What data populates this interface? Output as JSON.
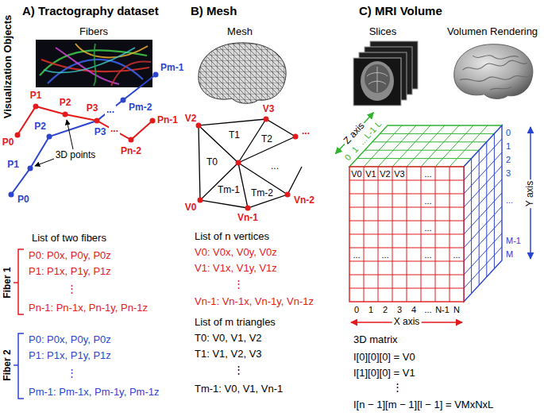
{
  "diagram": {
    "labels": [
      "Visualization Objects",
      "A) Tractography dataset",
      "Fibers",
      "P0",
      "P1",
      "P2",
      "P3",
      "...",
      "Pn-2",
      "Pn-1",
      "3D points",
      "P0",
      "P1",
      "P2",
      "P3",
      "...",
      "Pm-2",
      "Pm-1",
      "List of two fibers",
      "Fiber 1",
      "P0: P0x, P0y, P0z",
      "P1: P1x, P1y, P1z",
      "⋮",
      "Pn-1: Pn-1x, Pn-1y, Pn-1z",
      "Fiber 2",
      "P0: P0x, P0y, P0z",
      "P1: P1x, P1y, P1z",
      "⋮",
      "Pm-1: Pm-1x, Pm-1y, Pm-1z",
      "B) Mesh",
      "Mesh",
      "V2",
      "V3",
      "...",
      "T1",
      "T2",
      "T0",
      "...",
      "Tm-1",
      "Tm-2",
      "V0",
      "Vn-1",
      "Vn-2",
      "List of n vertices",
      "V0: V0x, V0y, V0z",
      "V1: V1x, V1y, V1z",
      "⋮",
      "Vn-1: Vn-1x, Vn-1y, Vn-1z",
      "List of m triangles",
      "T0: V0, V1, V2",
      "T1: V1, V2, V3",
      "⋮",
      "Tm-1: V0, V1, Vn-1",
      "C) MRI Volume",
      "Slices",
      "Volumen Rendering",
      "Z axis",
      "0",
      "1",
      "...",
      "L-1",
      "L",
      "0",
      "1",
      "2",
      "3",
      "...",
      "M-1",
      "M",
      "Y axis",
      "V0",
      "V1",
      "V2",
      "V3",
      "...",
      "...",
      "...",
      "...",
      "...",
      "...",
      "...",
      "0",
      "1",
      "2",
      "3",
      "4",
      "...",
      "N-1",
      "N",
      "X axis",
      "3D matrix",
      "I[0][0][0] = V0",
      "I[1][0][0] = V1",
      "⋮",
      "I[n − 1][m − 1][l − 1] = VMxNxL"
    ]
  }
}
